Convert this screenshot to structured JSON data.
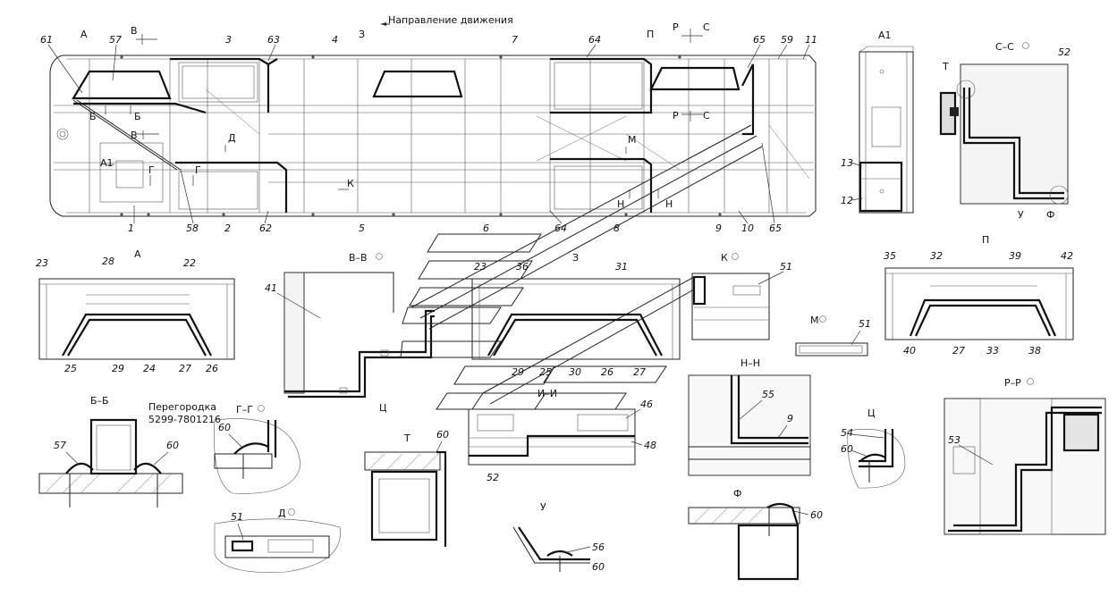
{
  "direction": "Направление движения",
  "sections": {
    "A": "А",
    "V": "В",
    "Z": "З",
    "P": "П",
    "R": "Р",
    "S": "С",
    "B": "Б",
    "D": "Д",
    "G": "Г",
    "K": "К",
    "M": "М",
    "N": "Н",
    "A1": "А1"
  },
  "views": {
    "A": "А",
    "A1": "А1",
    "Z": "З",
    "P": "П",
    "VV": "В–В",
    "SS": "С–С",
    "K": "К",
    "M": "М",
    "NN": "Н–Н",
    "BB": "Б–Б",
    "GG": "Г–Г",
    "T": "Т",
    "U": "У",
    "D": "Д",
    "II": "И–И",
    "TS": "Ц",
    "TS2": "Ц",
    "F": "Ф",
    "RR": "Р–Р",
    "SS_T": "Т",
    "SS_U": "У",
    "SS_F": "Ф"
  },
  "partition_label": "Перегородка",
  "partition_number": "5299-7801216",
  "labels": {
    "main": [
      "61",
      "57",
      "3",
      "63",
      "4",
      "7",
      "64",
      "65",
      "59",
      "11",
      "1",
      "58",
      "2",
      "62",
      "5",
      "6",
      "64",
      "8",
      "9",
      "10",
      "65"
    ],
    "a": [
      "23",
      "28",
      "22",
      "25",
      "29",
      "24",
      "27",
      "26"
    ],
    "z": [
      "23",
      "36",
      "31",
      "29",
      "25",
      "30",
      "26",
      "27"
    ],
    "p": [
      "35",
      "32",
      "39",
      "42",
      "40",
      "27",
      "33",
      "38"
    ],
    "misc": [
      "41",
      "51",
      "51",
      "51",
      "46",
      "48",
      "52",
      "13",
      "12",
      "55",
      "9",
      "54",
      "60",
      "53",
      "57",
      "60",
      "60",
      "60",
      "56",
      "60",
      "60"
    ]
  }
}
